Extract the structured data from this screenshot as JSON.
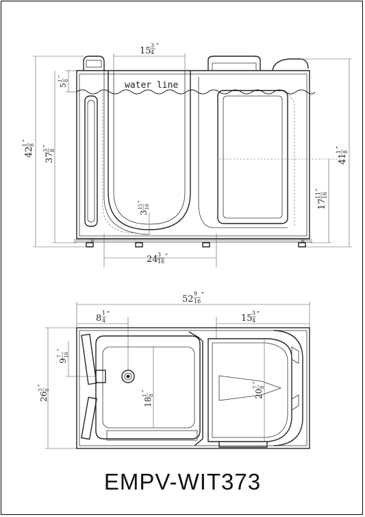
{
  "model": "EMPV-WIT373",
  "water_line_label": "water line",
  "front_view": {
    "door_width": {
      "whole": "15",
      "num": "3",
      "den": "4",
      "unit": "″"
    },
    "top_rim": {
      "whole": "5",
      "num": "1",
      "den": "8",
      "unit": "″"
    },
    "total_height": {
      "whole": "42",
      "num": "1",
      "den": "8",
      "unit": "″"
    },
    "overflow_height": {
      "whole": "37",
      "num": "3",
      "den": "8",
      "unit": "″"
    },
    "rim_height": {
      "whole": "41",
      "num": "1",
      "den": "8",
      "unit": "″"
    },
    "step_in": {
      "whole": "3",
      "num": "15",
      "den": "16",
      "unit": "″"
    },
    "seat_height": {
      "whole": "17",
      "num": "11",
      "den": "16",
      "unit": "″"
    },
    "base_width": {
      "whole": "24",
      "num": "3",
      "den": "16",
      "unit": "″"
    }
  },
  "top_view": {
    "overall_length": {
      "whole": "52",
      "num": "9",
      "den": "16",
      "unit": "″"
    },
    "drain_offset": {
      "whole": "8",
      "num": "1",
      "den": "4",
      "unit": "″"
    },
    "seat_depth": {
      "whole": "15",
      "num": "3",
      "den": "4",
      "unit": "″"
    },
    "drain_side": {
      "whole": "9",
      "num": "7",
      "den": "16",
      "unit": "″"
    },
    "overall_width": {
      "whole": "26",
      "num": "3",
      "den": "8",
      "unit": "″"
    },
    "footwell_width": {
      "whole": "18",
      "num": "1",
      "den": "8",
      "unit": "″"
    },
    "seat_width": {
      "whole": "20",
      "num": "7",
      "den": "8",
      "unit": "″"
    }
  }
}
